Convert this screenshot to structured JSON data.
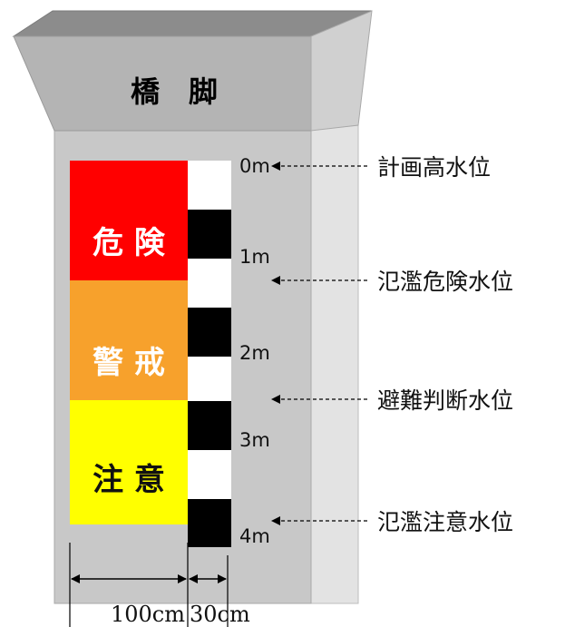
{
  "pier": {
    "title": "橋　脚"
  },
  "zones": [
    {
      "label": "危 険",
      "color": "#ff0000",
      "text_color": "#ffffff"
    },
    {
      "label": "警 戒",
      "color": "#f7a12c",
      "text_color": "#ffffff"
    },
    {
      "label": "注 意",
      "color": "#ffff00",
      "text_color": "#111111"
    }
  ],
  "scale": {
    "meter_labels": [
      "0m",
      "1m",
      "2m",
      "3m",
      "4m"
    ],
    "stripe_colors": [
      "#ffffff",
      "#000000"
    ]
  },
  "levels": [
    {
      "label": "計画高水位"
    },
    {
      "label": "氾濫危険水位"
    },
    {
      "label": "避難判断水位"
    },
    {
      "label": "氾濫注意水位"
    }
  ],
  "dimensions": {
    "board_width_label": "100cm",
    "scale_width_label": "30cm"
  },
  "colors": {
    "pier_face": "#c8c8c8",
    "pier_side": "#e3e3e3",
    "cap_front": "#b4b4b4",
    "cap_top": "#8c8c8c"
  }
}
